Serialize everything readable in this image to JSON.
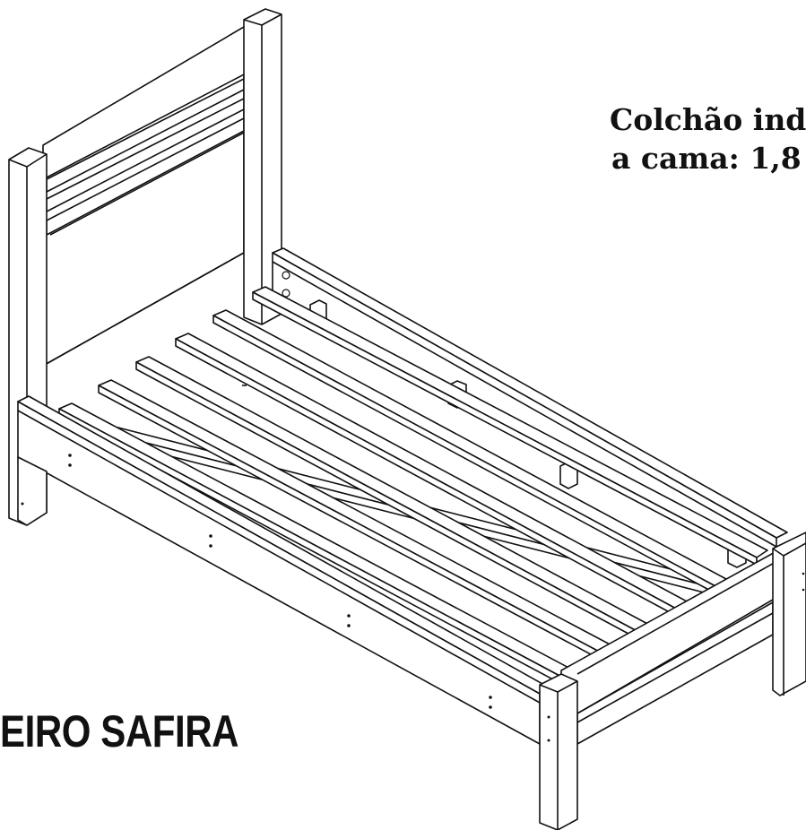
{
  "note": {
    "line1": "Colchão ind",
    "line2": "a cama: 1,8"
  },
  "title": "EIRO SAFIRA",
  "colors": {
    "line": "#111111",
    "background": "#ffffff"
  }
}
